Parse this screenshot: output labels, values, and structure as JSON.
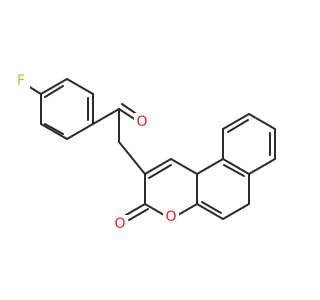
{
  "colors": {
    "bond": "#2b2b2b",
    "fluorine": "#9ad23a",
    "oxygen": "#e8231e",
    "background": "#ffffff"
  },
  "atoms": {
    "fluorine": {
      "label": "F"
    },
    "carbonyl_oxygen": {
      "label": "O"
    },
    "ring_oxygen": {
      "label": "O"
    },
    "lactone_oxygen": {
      "label": "O"
    }
  }
}
